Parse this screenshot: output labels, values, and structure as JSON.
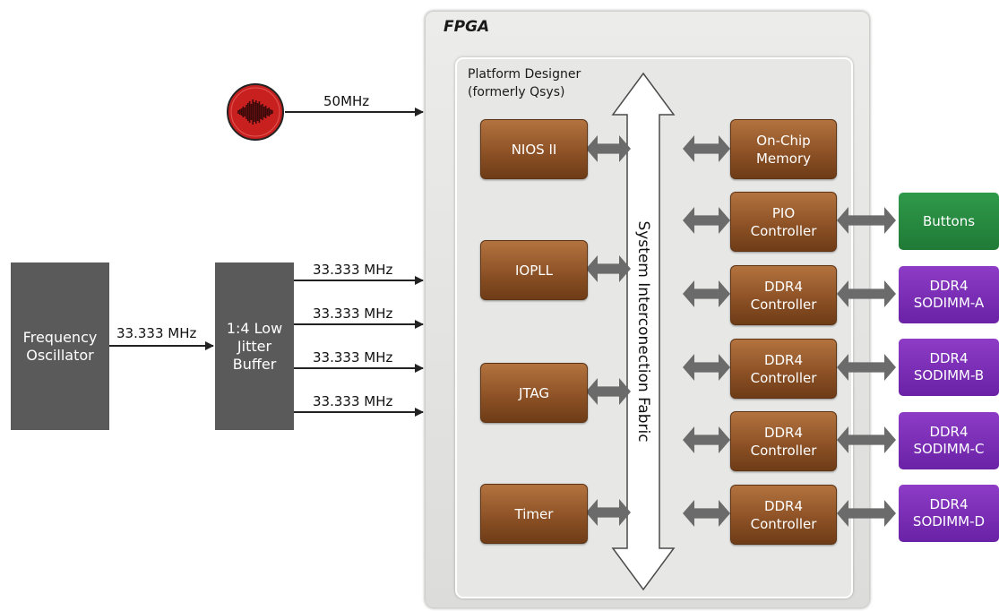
{
  "fpga": {
    "title": "FPGA"
  },
  "platform_designer": {
    "line1": "Platform Designer",
    "line2": "(formerly Qsys)"
  },
  "fabric": {
    "label": "System Interconection Fabric"
  },
  "clock_source": {
    "freq_label": "50MHz",
    "icon": "waveform-oscillator-icon"
  },
  "oscillator": {
    "line1": "Frequency",
    "line2": "Oscillator",
    "out_freq": "33.333 MHz"
  },
  "buffer": {
    "line1": "1:4 Low",
    "line2": "Jitter",
    "line3": "Buffer",
    "outputs": [
      "33.333 MHz",
      "33.333 MHz",
      "33.333 MHz",
      "33.333 MHz"
    ]
  },
  "left_blocks": [
    "NIOS II",
    "IOPLL",
    "JTAG",
    "Timer"
  ],
  "right_blocks": {
    "mem": {
      "line1": "On-Chip",
      "line2": "Memory"
    },
    "pio": {
      "line1": "PIO",
      "line2": "Controller"
    },
    "ddr": [
      {
        "line1": "DDR4",
        "line2": "Controller"
      },
      {
        "line1": "DDR4",
        "line2": "Controller"
      },
      {
        "line1": "DDR4",
        "line2": "Controller"
      },
      {
        "line1": "DDR4",
        "line2": "Controller"
      }
    ]
  },
  "external": {
    "buttons": "Buttons",
    "sodimm": [
      {
        "line1": "DDR4",
        "line2": "SODIMM-A"
      },
      {
        "line1": "DDR4",
        "line2": "SODIMM-B"
      },
      {
        "line1": "DDR4",
        "line2": "SODIMM-C"
      },
      {
        "line1": "DDR4",
        "line2": "SODIMM-D"
      }
    ]
  },
  "colors": {
    "ip_block": "#8a4f24",
    "buttons": "#1f7a36",
    "sodimm": "#7a2fb6",
    "external_gray": "#5a5a5a",
    "oscillator_red": "#c8201f"
  }
}
